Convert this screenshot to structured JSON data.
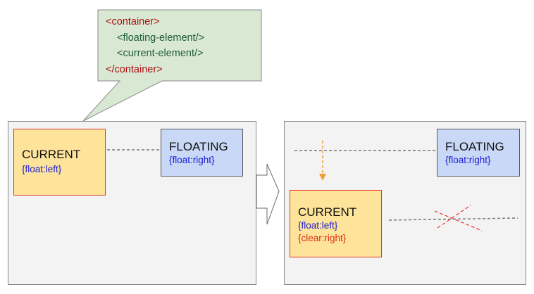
{
  "callout": {
    "lines": [
      "<container>",
      "<floating-element/>",
      "<current-element/>",
      "</container>"
    ]
  },
  "before": {
    "current": {
      "title": "CURRENT",
      "rule": "{float:left}"
    },
    "floating": {
      "title": "FLOATING",
      "rule": "{float:right}"
    }
  },
  "after": {
    "current": {
      "title": "CURRENT",
      "rule1": "{float:left}",
      "rule2": "{clear:right}"
    },
    "floating": {
      "title": "FLOATING",
      "rule": "{float:right}"
    }
  },
  "colors": {
    "panel_bg": "#f3f3f3",
    "current_bg": "#fde49a",
    "current_border": "#e0332b",
    "floating_bg": "#c8d8f6",
    "callout_bg": "#d9e8d3",
    "rule_blue": "#1b1bd6",
    "rule_red": "#e22a1c",
    "arrow_orange": "#f0a030",
    "cross_red": "#e53935"
  }
}
